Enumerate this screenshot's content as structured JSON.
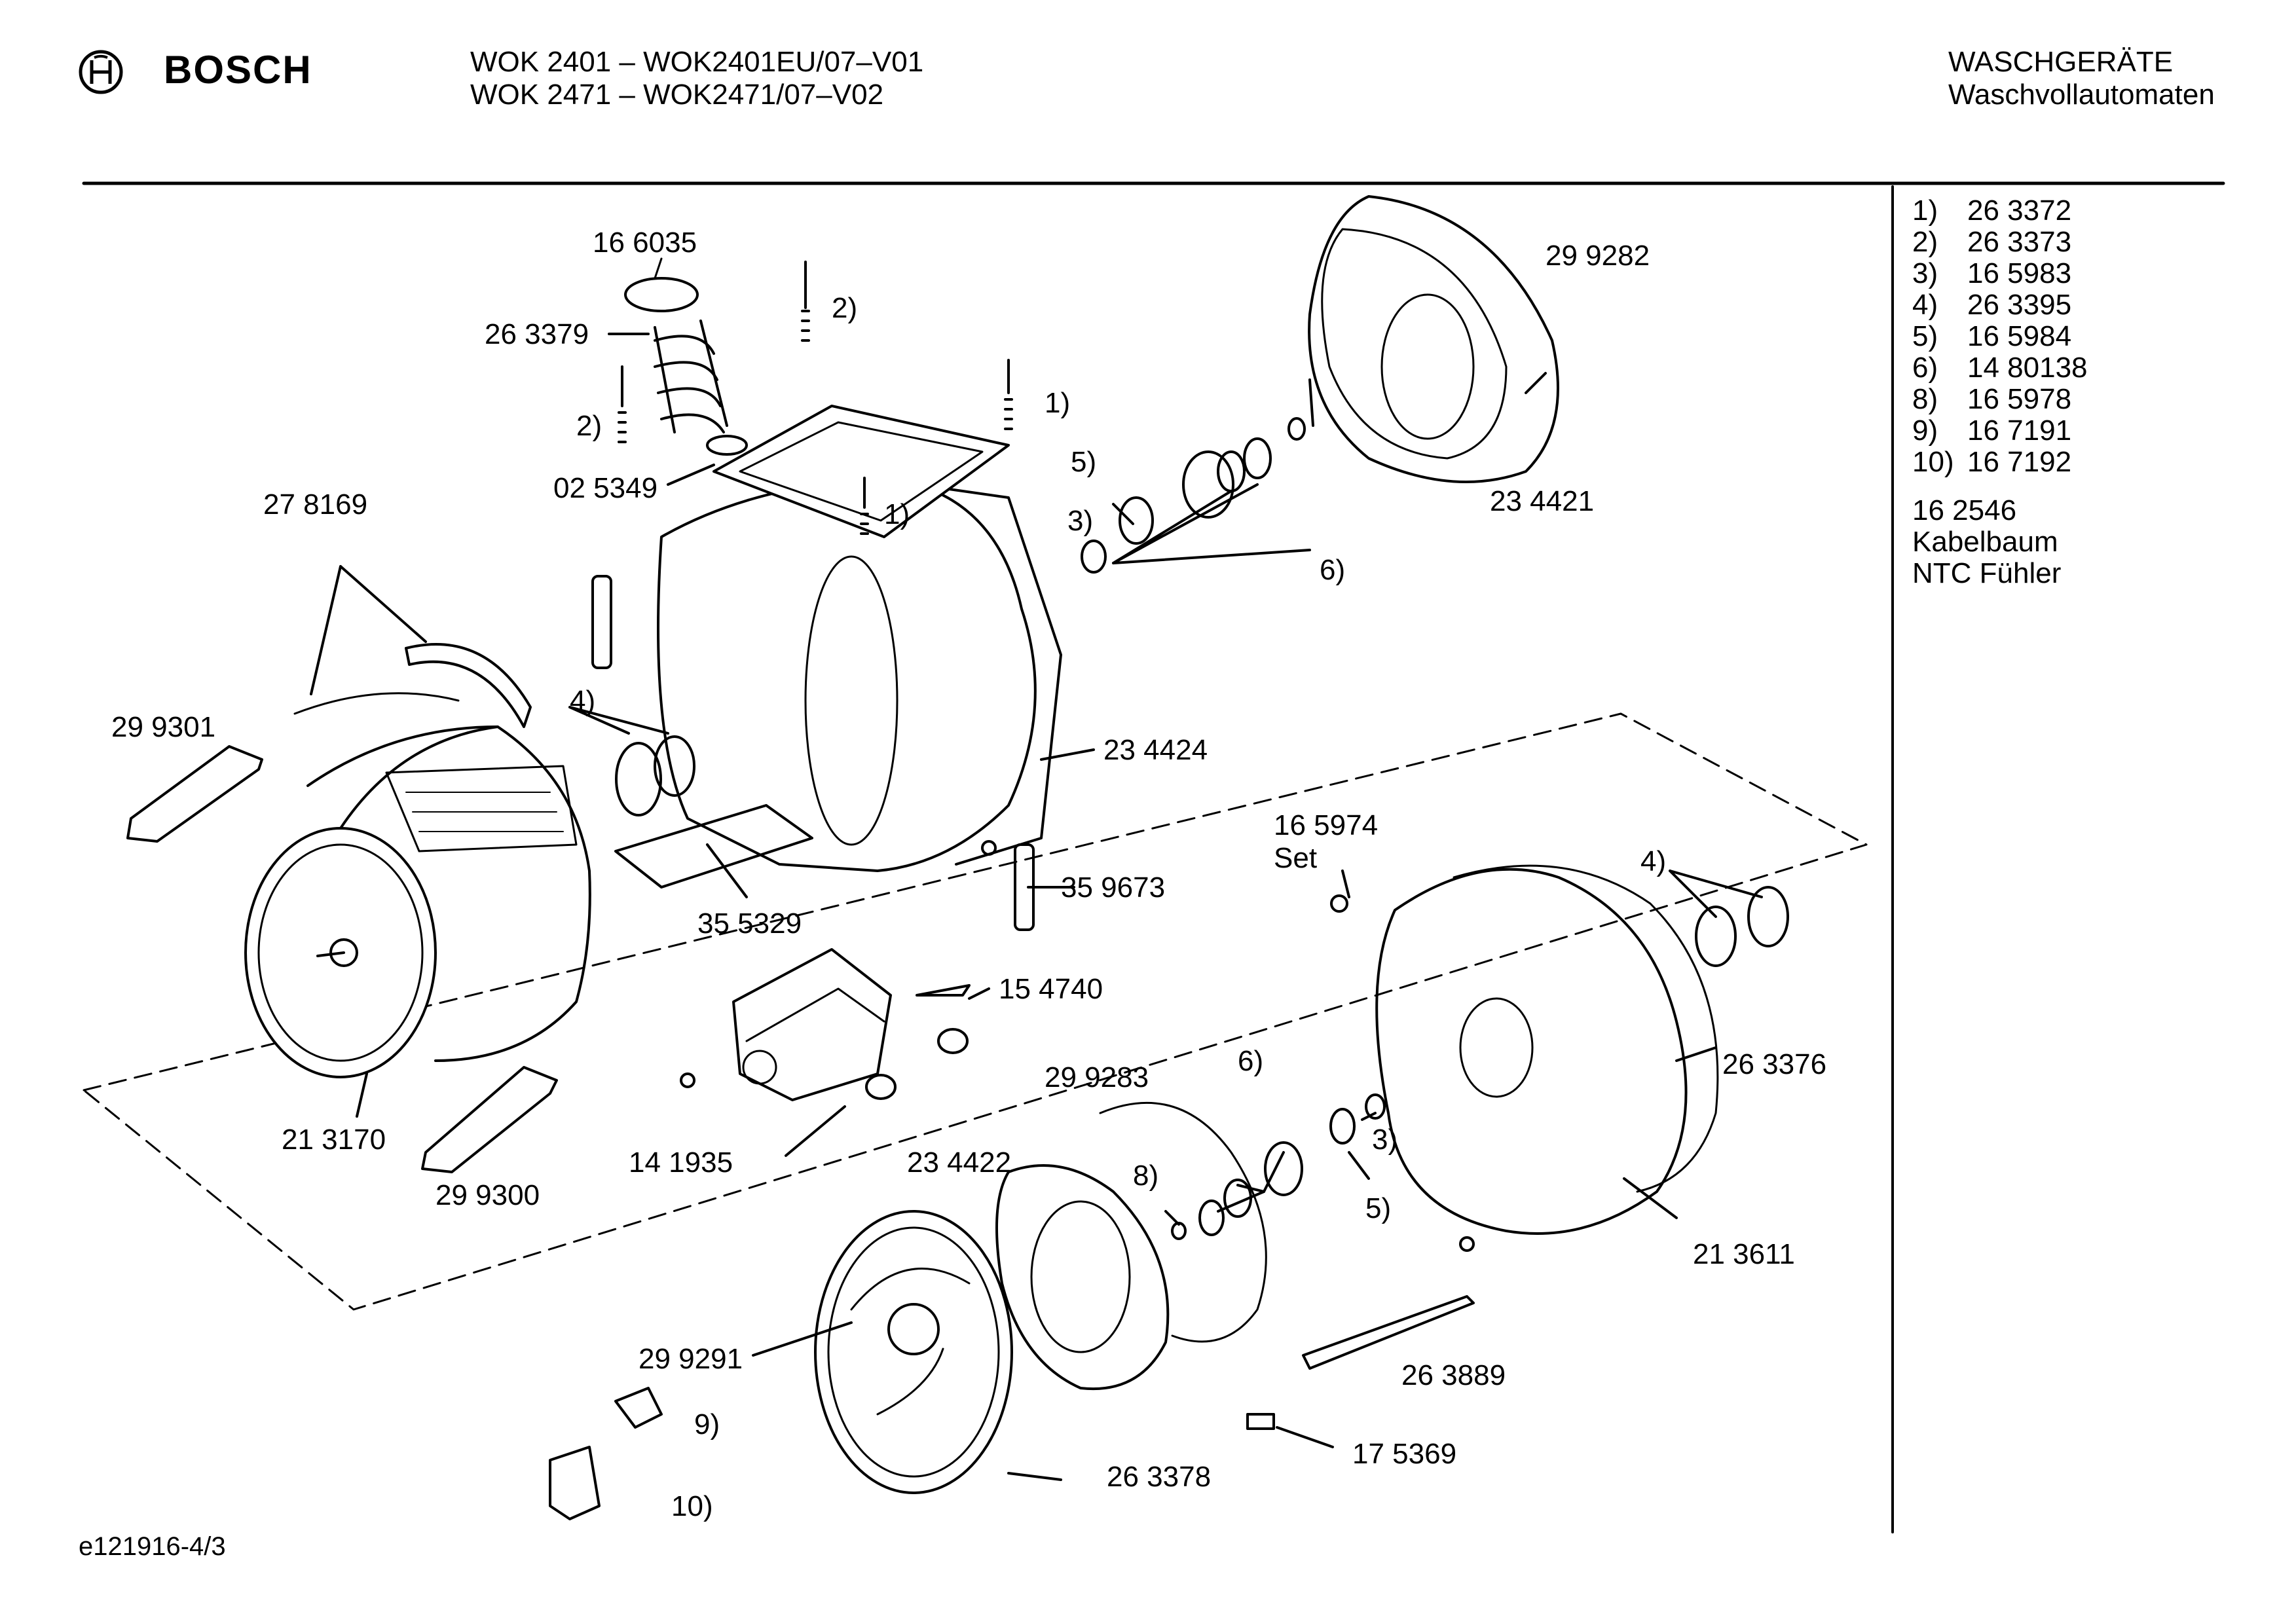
{
  "header": {
    "brand": "BOSCH",
    "model_line_1": "WOK 2401 – WOK2401EU/07–V01",
    "model_line_2": "WOK 2471 – WOK2471/07–V02",
    "category": "WASCHGERÄTE",
    "subcategory": "Waschvollautomaten"
  },
  "part_labels": [
    "16 6035",
    "26 3379",
    "2)",
    "2)",
    "02 5349",
    "1)",
    "1)",
    "27 8169",
    "29 9301",
    "4)",
    "35 5329",
    "23 4424",
    "29 9282",
    "5)",
    "3)",
    "6)",
    "23 4421",
    "35 9673",
    "16 5974",
    "Set",
    "4)",
    "15 4740",
    "26 3376",
    "21 3170",
    "29 9300",
    "14 1935",
    "29 9283",
    "6)",
    "23 4422",
    "8)",
    "3)",
    "5)",
    "21 3611",
    "26 3889",
    "29 9291",
    "9)",
    "10)",
    "17 5369",
    "26 3378"
  ],
  "legend": {
    "items": [
      {
        "ref": "1)",
        "part": "26 3372"
      },
      {
        "ref": "2)",
        "part": "26 3373"
      },
      {
        "ref": "3)",
        "part": "16 5983"
      },
      {
        "ref": "4)",
        "part": "26 3395"
      },
      {
        "ref": "5)",
        "part": "16 5984"
      },
      {
        "ref": "6)",
        "part": "14 80138"
      },
      {
        "ref": "8)",
        "part": "16 5978"
      },
      {
        "ref": "9)",
        "part": "16 7191"
      },
      {
        "ref": "10)",
        "part": "16 7192"
      }
    ],
    "note_part": "16 2546",
    "note_line_1": "Kabelbaum",
    "note_line_2": "NTC Fühler"
  },
  "footer": {
    "drawing_id": "e121916-4/3"
  }
}
